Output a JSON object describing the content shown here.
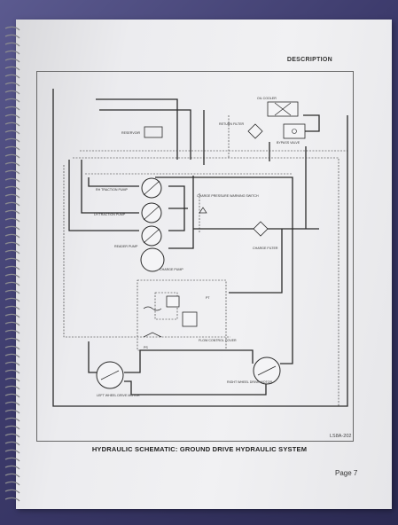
{
  "header": {
    "section_label": "DESCRIPTION"
  },
  "diagram": {
    "labels": {
      "oil_cooler": "OIL COOLER",
      "return_filter": "RETURN FILTER",
      "bypass_valve": "BYPASS VALVE",
      "reservoir": "RESERVOIR",
      "rh_traction_pump": "RH TRACTION PUMP",
      "lh_traction_pump": "LH TRACTION PUMP",
      "reader_pump": "READER PUMP",
      "charge_pump": "CHARGE PUMP",
      "charge_pressure_warning_switch": "CHARGE PRESSURE WARNING SWITCH",
      "charge_filter": "CHARGE FILTER",
      "flow_control_cover": "FLOW CONTROL COVER",
      "pt": "PT",
      "ps": "PS",
      "left_wheel_drive_motor": "LEFT WHEEL DRIVE MOTOR",
      "right_wheel_drive_motor": "RIGHT WHEEL DRIVE MOTOR"
    },
    "figure_code": "LS8A-202"
  },
  "caption": "HYDRAULIC SCHEMATIC: GROUND DRIVE HYDRAULIC SYSTEM",
  "footer": {
    "page": "Page 7"
  }
}
